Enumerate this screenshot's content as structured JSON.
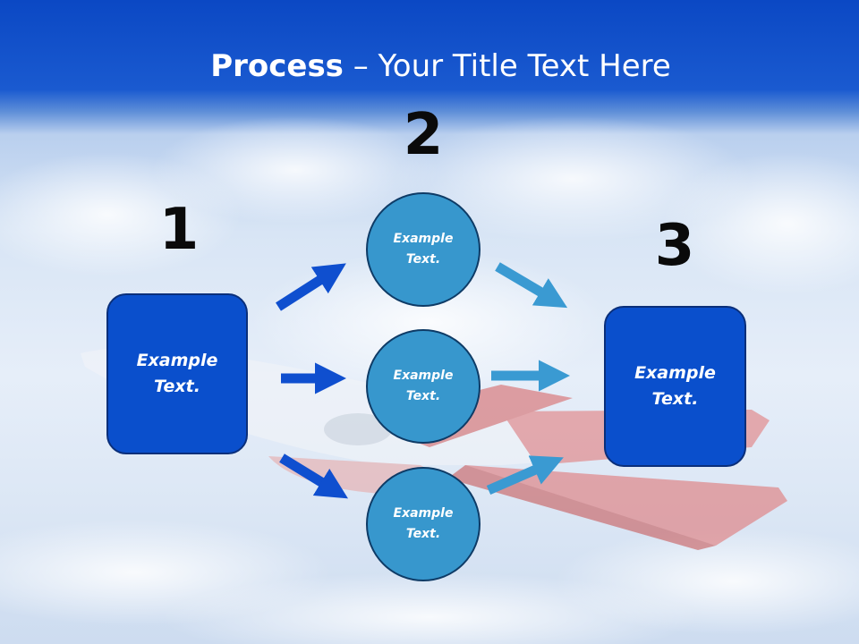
{
  "title": {
    "bold": "Process",
    "rest": " – Your Title Text Here"
  },
  "steps": [
    {
      "number": "1",
      "label": "Example Text."
    },
    {
      "number": "2",
      "labels": [
        "Example Text.",
        "Example Text.",
        "Example Text."
      ]
    },
    {
      "number": "3",
      "label": "Example Text."
    }
  ],
  "colors": {
    "box_fill": "#0a4fcc",
    "circle_fill": "#3797cd",
    "arrow_dark": "#0f4fcf",
    "arrow_light": "#3a9ad2",
    "title_bar": "#0b48c4"
  }
}
